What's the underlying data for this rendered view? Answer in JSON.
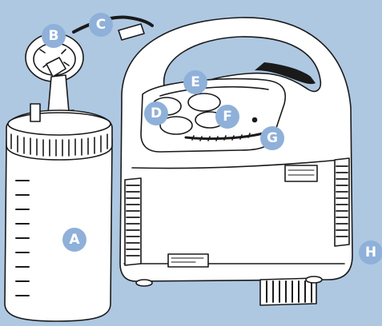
{
  "callouts": [
    {
      "id": "A",
      "label": "A"
    },
    {
      "id": "B",
      "label": "B"
    },
    {
      "id": "C",
      "label": "C"
    },
    {
      "id": "D",
      "label": "D"
    },
    {
      "id": "E",
      "label": "E"
    },
    {
      "id": "F",
      "label": "F"
    },
    {
      "id": "G",
      "label": "G"
    },
    {
      "id": "H",
      "label": "H"
    }
  ],
  "colors": {
    "background": "#aec8e2",
    "line": "#1a1a1a",
    "body": "#ffffff",
    "callout": "#8fb0d9",
    "callout_text": "#ffffff"
  }
}
